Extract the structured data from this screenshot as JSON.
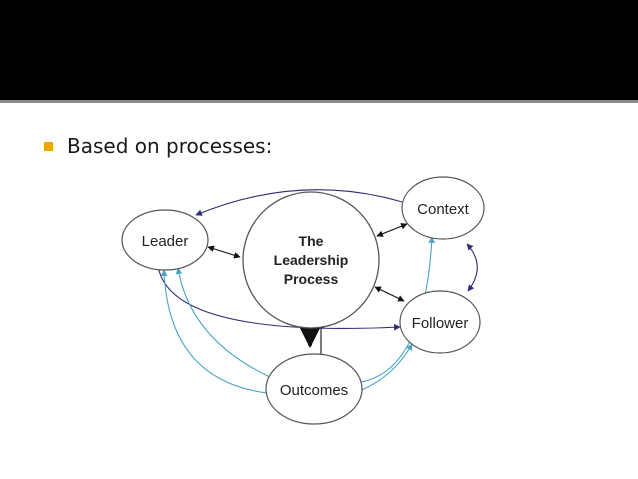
{
  "slide": {
    "bullet_text": "Based on processes:",
    "bullet_color": "#f0a30a"
  },
  "diagram": {
    "leader_label": "Leader",
    "context_label": "Context",
    "follower_label": "Follower",
    "outcomes_label": "Outcomes",
    "center_label_lines": [
      "The",
      "Leadership",
      "Process"
    ],
    "edge_color_dark": "#2e2e7a",
    "edge_color_blue": "#4aa3c8"
  }
}
